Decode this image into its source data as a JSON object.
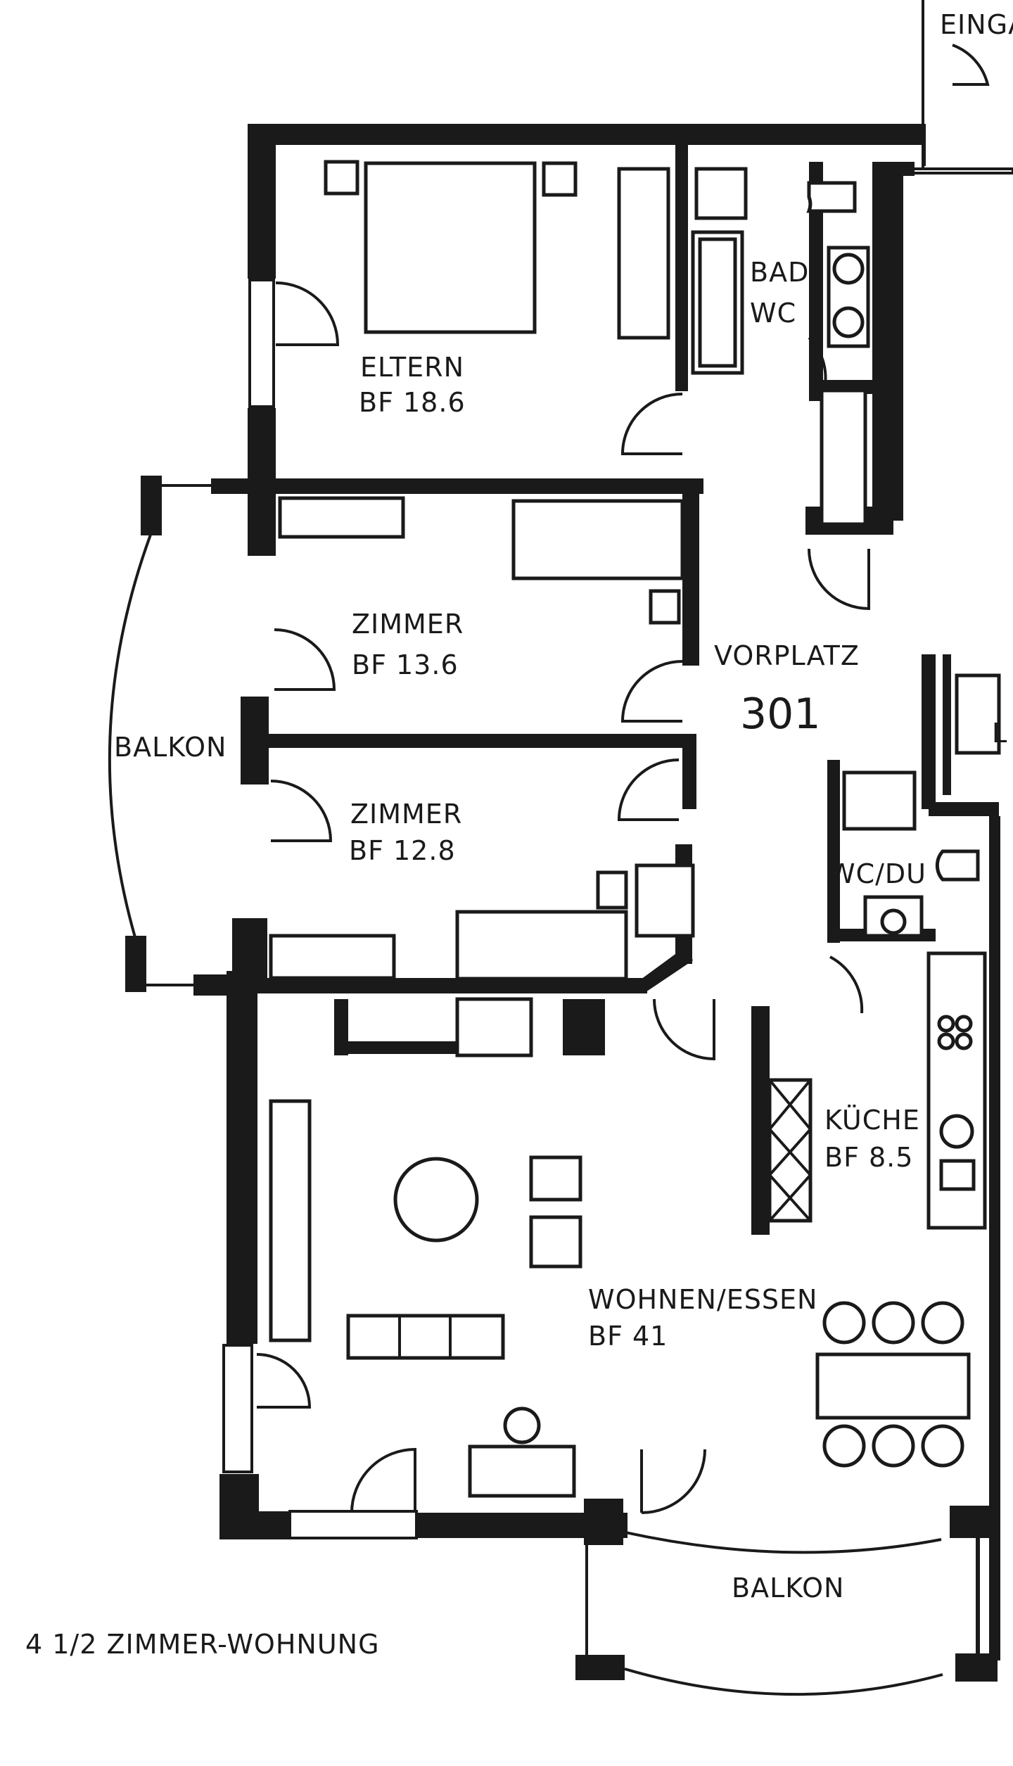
{
  "plan": {
    "entrance_label": "EINGA",
    "rooms": {
      "eltern": {
        "name": "ELTERN",
        "area": "BF  18.6"
      },
      "bad": {
        "line1": "BAD",
        "line2": "WC"
      },
      "zimmer1": {
        "name": "ZIMMER",
        "area": "BF  13.6"
      },
      "zimmer2": {
        "name": "ZIMMER",
        "area": "BF  12.8"
      },
      "vorplatz": {
        "name": "VORPLATZ",
        "number": "301"
      },
      "wc_du": {
        "name": "WC/DU"
      },
      "kueche": {
        "name": "KÜCHE",
        "area": "BF 8.5"
      },
      "wohnen": {
        "name": "WOHNEN/ESSEN",
        "area": "BF 41"
      },
      "balkon_west": {
        "name": "BALKON"
      },
      "balkon_south": {
        "name": "BALKON"
      },
      "partial_room": {
        "name": "L"
      }
    },
    "caption": "4 1/2 ZIMMER-WOHNUNG"
  },
  "colors": {
    "ink": "#1a1a1a",
    "paper": "#ffffff"
  }
}
